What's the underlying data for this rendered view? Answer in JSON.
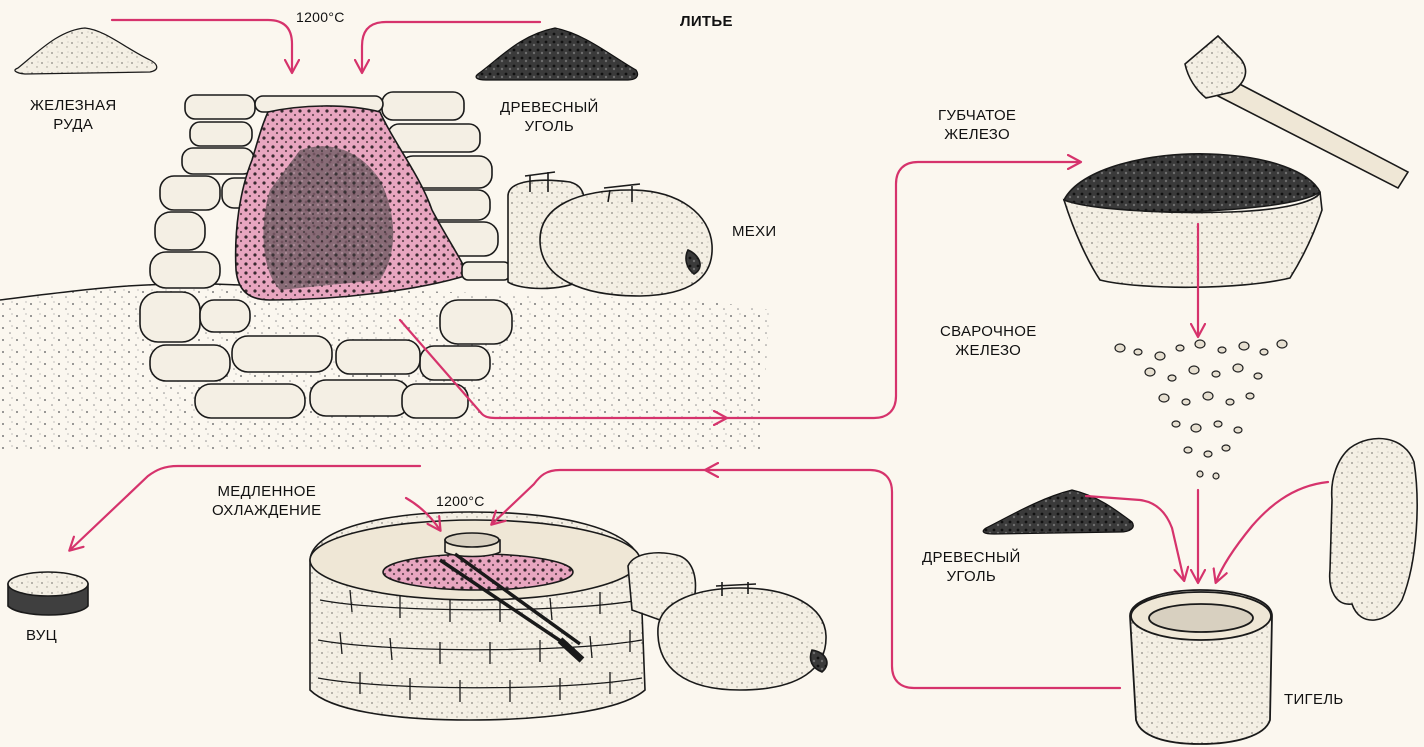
{
  "title": "ЛИТЬЕ",
  "labels": {
    "temp_top": "1200°C",
    "temp_bottom": "1200°C",
    "iron_ore": [
      "ЖЕЛЕЗНАЯ",
      "РУДА"
    ],
    "charcoal_top": [
      "ДРЕВЕСНЫЙ",
      "УГОЛЬ"
    ],
    "bellows": "МЕХИ",
    "sponge_iron": [
      "ГУБЧАТОЕ",
      "ЖЕЛЕЗО"
    ],
    "wrought_iron": [
      "СВАРОЧНОЕ",
      "ЖЕЛЕЗО"
    ],
    "charcoal_bottom": [
      "ДРЕВЕСНЫЙ",
      "УГОЛЬ"
    ],
    "crucible": "ТИГЕЛЬ",
    "slow_cooling": [
      "МЕДЛЕННОЕ",
      "ОХЛАЖДЕНИЕ"
    ],
    "wootz": "ВУЦ"
  },
  "colors": {
    "arrow": "#d6336c",
    "heat_glow": "#e06a9a",
    "ink": "#1a1a1a",
    "stone_fill": "#f4efe4",
    "ground_dots": "#6b6b6b"
  }
}
